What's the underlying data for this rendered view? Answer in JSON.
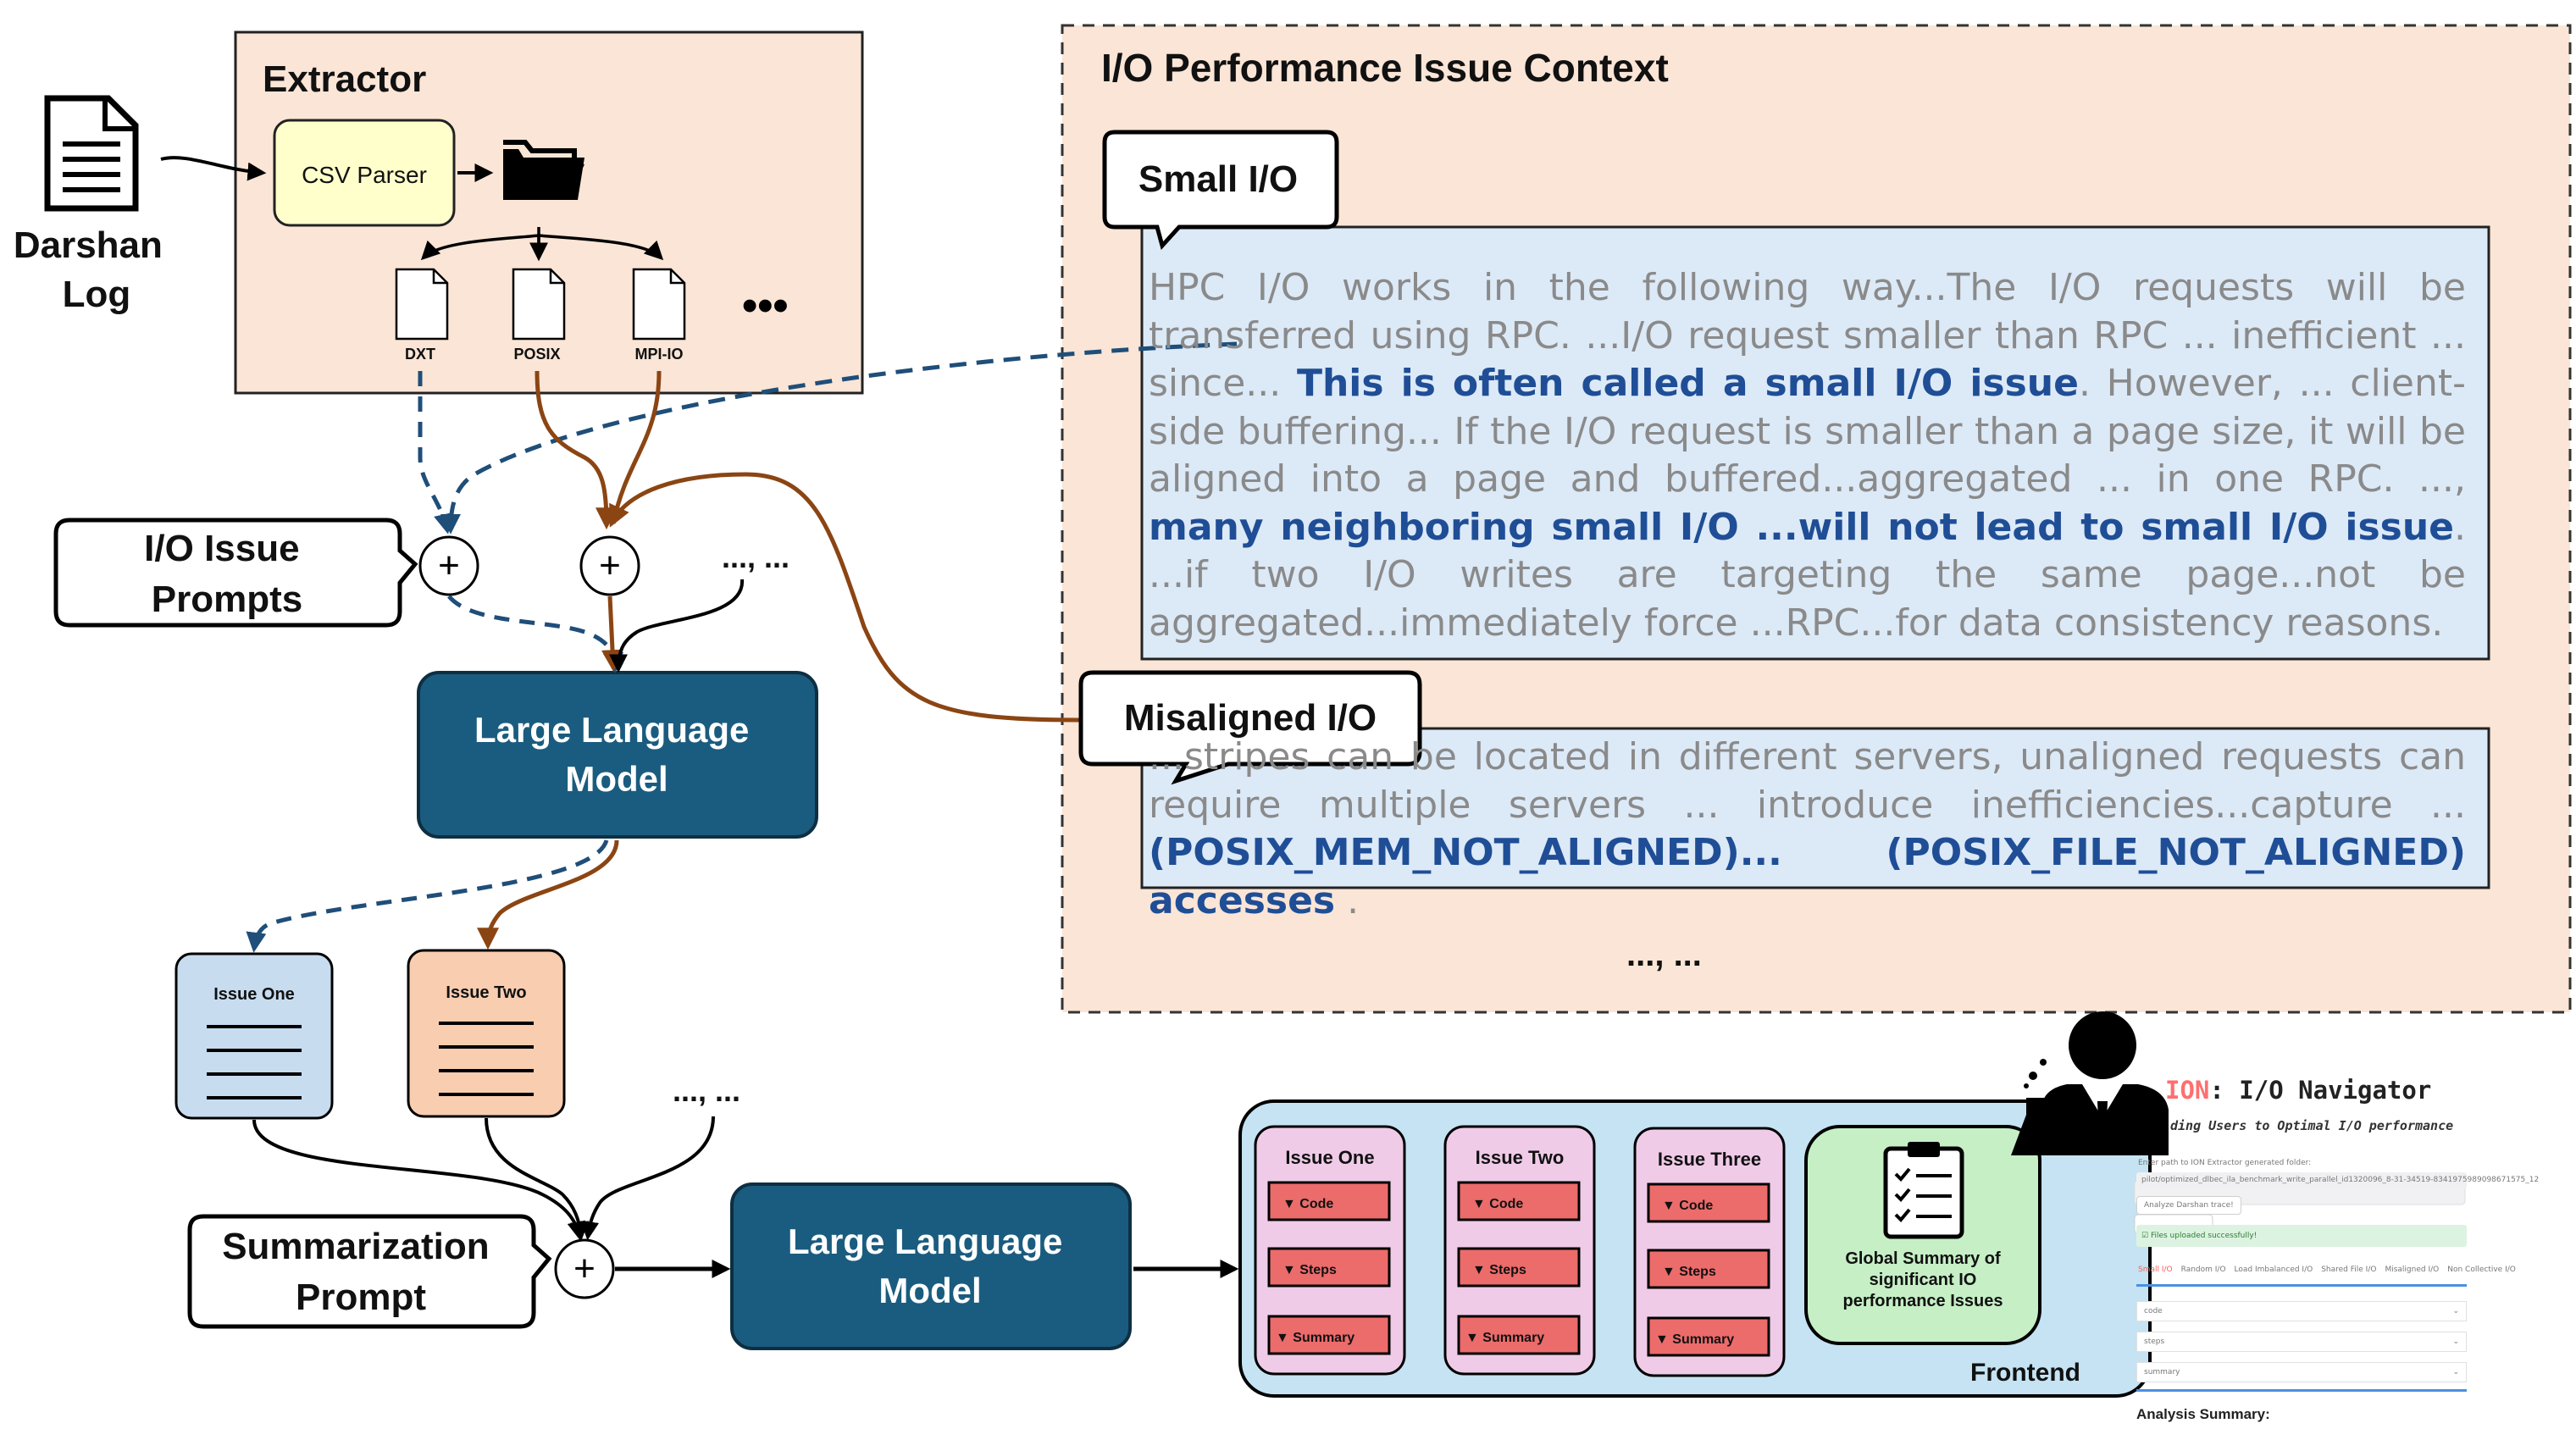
{
  "extractor": {
    "title": "Extractor",
    "csv_parser": "CSV Parser",
    "files": [
      "DXT",
      "POSIX",
      "MPI-IO"
    ],
    "more": "•••"
  },
  "darshan_log": {
    "line1": "Darshan",
    "line2": "Log"
  },
  "io_issue_prompts": {
    "line1": "I/O Issue",
    "line2": "Prompts"
  },
  "summarization_prompt": {
    "line1": "Summarization",
    "line2": "Prompt"
  },
  "llm": {
    "line1": "Large Language",
    "line2": "Model"
  },
  "ellipsis": "..., ...",
  "issues": {
    "one": "Issue One",
    "two": "Issue Two"
  },
  "context": {
    "title": "I/O Performance Issue Context",
    "small_io": {
      "label": "Small I/O",
      "p1": "HPC I/O works in the following way...The I/O requests will be transferred using RPC. ...I/O request smaller than RPC ... inefficient ... since... ",
      "h1": "This is often called a small I/O issue",
      "p2": ". However, ... client-side buffering... If the I/O request is smaller than a page size, it will be aligned into a page and buffered...aggregated ... in one RPC. ..., ",
      "h2": "many neighboring small I/O ...will not lead to small I/O issue",
      "p3": ". ...if two I/O writes are targeting the same page...not be aggregated...immediately force ...RPC...for data consistency reasons."
    },
    "misaligned_io": {
      "label": "Misaligned I/O",
      "p1": "...stripes can be located in different servers, unaligned requests can require multiple servers ... introduce inefficiencies...capture ... ",
      "h1": "(POSIX_MEM_NOT_ALIGNED)... (POSIX_FILE_NOT_ALIGNED) accesses",
      "p2": " ."
    },
    "more": "..., ..."
  },
  "frontend": {
    "label": "Frontend",
    "columns": [
      {
        "title": "Issue One",
        "items": [
          "Code",
          "Steps",
          "Summary"
        ]
      },
      {
        "title": "Issue Two",
        "items": [
          "Code",
          "Steps",
          "Summary"
        ]
      },
      {
        "title": "Issue Three",
        "items": [
          "Code",
          "Steps",
          "Summary"
        ]
      }
    ],
    "global_summary": "Global Summary of significant IO performance Issues"
  },
  "navigator": {
    "title_accent": "ION",
    "title_rest": ": I/O Navigator",
    "subtitle": "ding Users to Optimal I/O performance",
    "path_label": "Enter path to ION Extractor generated folder:",
    "path_value": "pilot/optimized_dlbec_ila_benchmark_write_parallel_id1320096_8-31-34519-8341975989098671575_12",
    "analyze_button": "Analyze Darshan trace!",
    "success": "Files uploaded successfully!",
    "tabs": [
      "Small I/O",
      "Random I/O",
      "Load Imbalanced I/O",
      "Shared File I/O",
      "Misaligned I/O",
      "Non Collective I/O"
    ],
    "dropdowns": [
      "code",
      "steps",
      "summary"
    ],
    "analysis_summary": "Analysis Summary:"
  },
  "colors": {
    "extractor_bg": "#fae5d6",
    "context_bg": "#fae5d6",
    "context_text_bg": "#dce9f7",
    "llm": "#1a5c7f",
    "issue_one": "#c7dcef",
    "issue_two": "#f8cdb0",
    "frontend_bg": "#c5e3f2",
    "frontend_col": "#efcbe8",
    "frontend_item": "#ec6b6b",
    "global_summary": "#c6efc6",
    "dashed_arrow": "#1f4e79",
    "brown_arrow": "#8b4513",
    "highlight": "#1f4e96"
  }
}
